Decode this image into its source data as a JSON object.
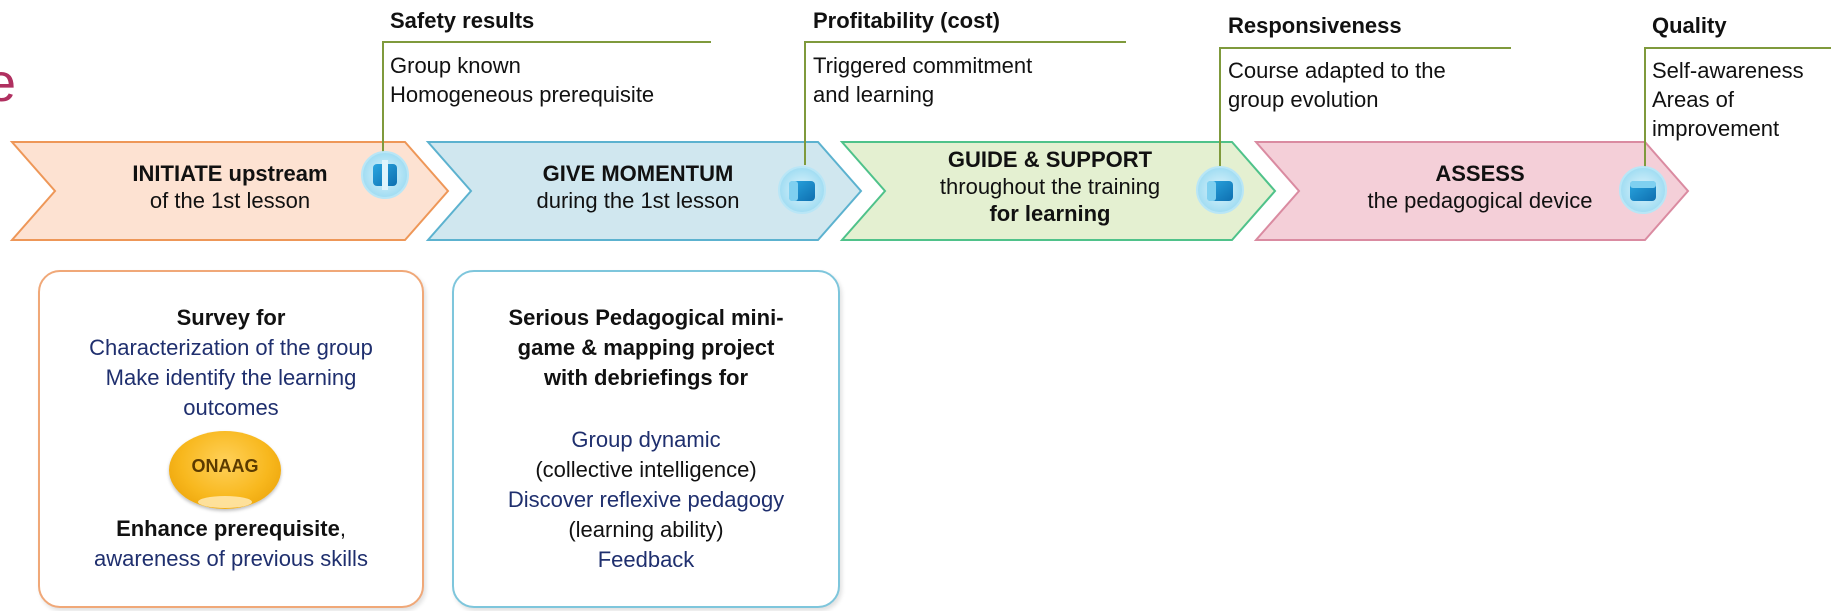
{
  "edge_mark": "e",
  "colors": {
    "callout_line": "#7f9a3c",
    "steps": [
      "#fbe0d0",
      "#cfe6ee",
      "#e3efcf",
      "#f3cdd6"
    ],
    "step_borders": [
      "#ef9a5a",
      "#5fb3cf",
      "#52c28c",
      "#d98aa0"
    ]
  },
  "callouts": [
    {
      "title": "Safety results",
      "lines": [
        "Group known",
        "Homogeneous prerequisite"
      ]
    },
    {
      "title": "Profitability (cost)",
      "lines": [
        "Triggered commitment",
        "and learning"
      ]
    },
    {
      "title": "Responsiveness",
      "lines": [
        "Course adapted to the",
        "group evolution"
      ]
    },
    {
      "title": "Quality",
      "lines": [
        "Self-awareness",
        "Areas of",
        "improvement"
      ]
    }
  ],
  "steps": [
    {
      "title": "INITIATE upstream",
      "line2": "of the 1st lesson",
      "line3": ""
    },
    {
      "title": "GIVE MOMENTUM",
      "line2": "during the 1st lesson",
      "line3": ""
    },
    {
      "title": "GUIDE & SUPPORT",
      "line2": "throughout the training",
      "line3": "for learning"
    },
    {
      "title": "ASSESS",
      "line2": "the pedagogical device",
      "line3": ""
    }
  ],
  "box1": {
    "heading": "Survey for",
    "lines": [
      "Characterization of the group",
      "Make identify the learning",
      "outcomes"
    ],
    "badge": "ONAAG",
    "footer_bold": "Enhance prerequisite",
    "footer_comma": ",",
    "footer_line": "awareness of previous skills"
  },
  "box2": {
    "heading_lines": [
      "Serious Pedagogical mini-",
      "game & mapping project",
      "with debriefings for"
    ],
    "items": [
      "Group dynamic",
      "(collective intelligence)",
      "Discover reflexive pedagogy",
      "(learning ability)",
      "Feedback"
    ]
  }
}
